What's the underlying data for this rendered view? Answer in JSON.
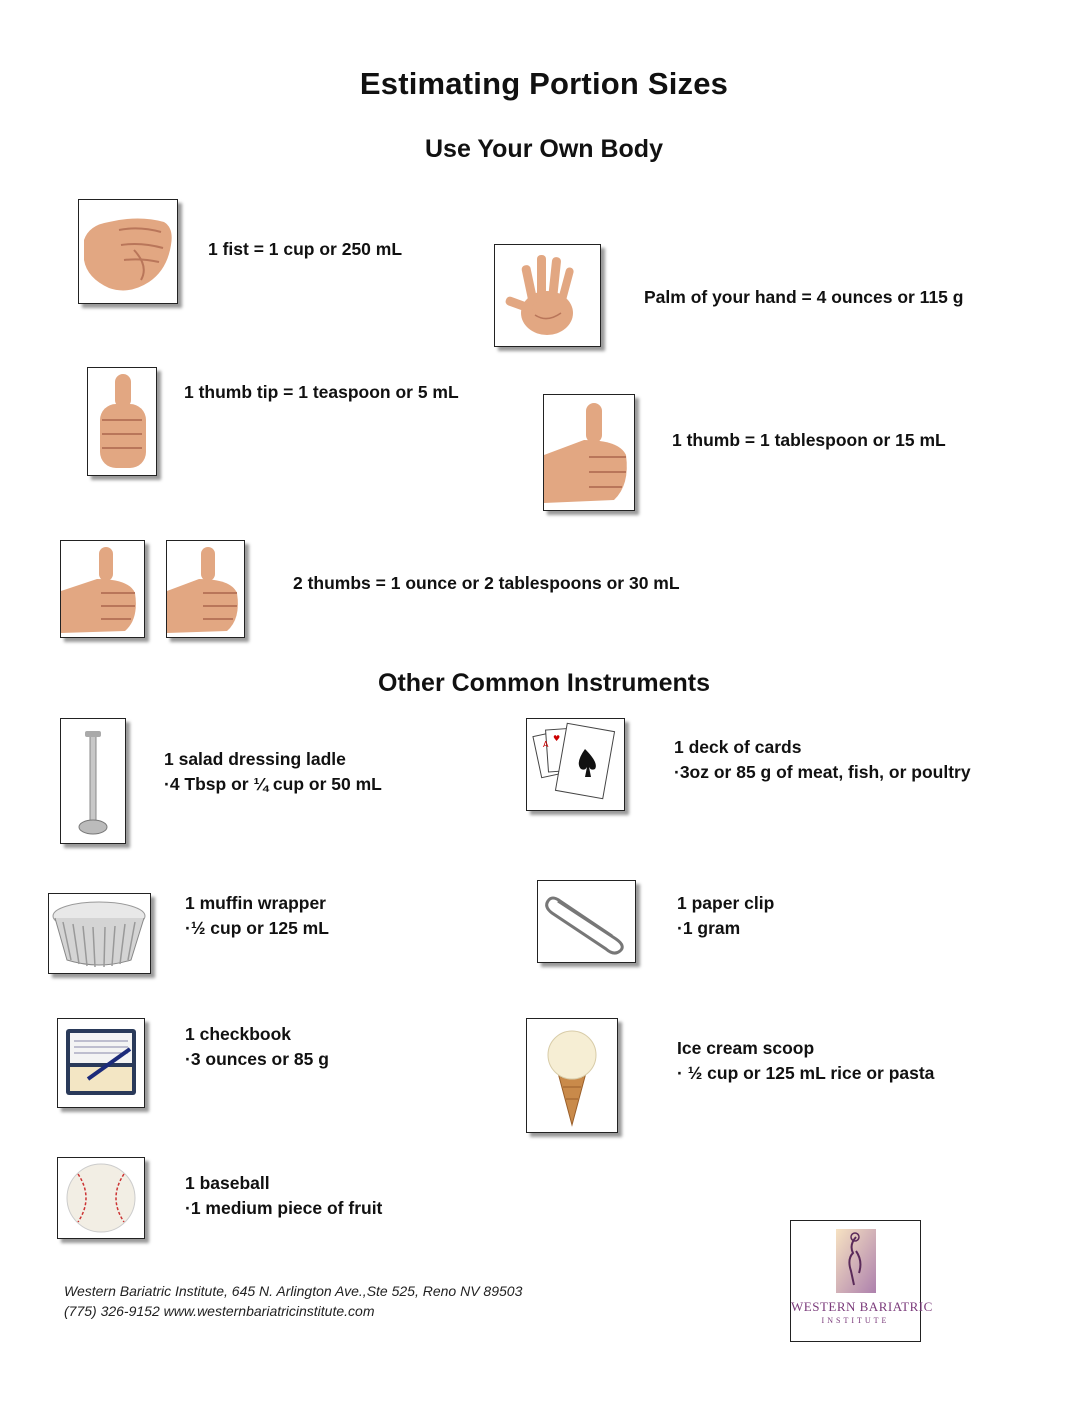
{
  "title": "Estimating Portion Sizes",
  "sections": {
    "body": "Use Your Own Body",
    "instruments": "Other Common Instruments"
  },
  "body_items": {
    "fist": "1 fist = 1 cup or 250 mL",
    "palm": "Palm of your hand = 4 ounces or 115 g",
    "thumb_tip": "1 thumb tip = 1 teaspoon or 5 mL",
    "thumb": "1 thumb = 1 tablespoon or 15 mL",
    "two_thumbs": "2 thumbs = 1 ounce or 2 tablespoons or 30 mL"
  },
  "instruments": {
    "ladle": {
      "name": "1 salad dressing ladle",
      "detail": "·4 Tbsp or ¼ cup or 50 mL"
    },
    "cards": {
      "name": "1 deck of cards",
      "detail": "·3oz or 85 g of meat, fish, or poultry"
    },
    "muffin": {
      "name": "1 muffin wrapper",
      "detail": "·½ cup or 125 mL"
    },
    "clip": {
      "name": "1 paper clip",
      "detail": "·1 gram"
    },
    "checkbook": {
      "name": "1 checkbook",
      "detail": "·3 ounces or 85 g"
    },
    "icecream": {
      "name": "Ice cream scoop",
      "detail": "· ½ cup or 125 mL rice or pasta"
    },
    "baseball": {
      "name": "1 baseball",
      "detail": "·1 medium piece of fruit"
    }
  },
  "footer": {
    "line1": "Western Bariatric Institute, 645 N. Arlington Ave.,Ste 525, Reno  NV 89503",
    "line2": "(775) 326-9152   www.westernbariatricinstitute.com"
  },
  "logo": {
    "line1": "WESTERN BARIATRIC",
    "line2": "INSTITUTE"
  },
  "colors": {
    "skin": "#e2a782",
    "skin_shadow": "#b9765a",
    "logo_purple": "#7a3a7a"
  }
}
